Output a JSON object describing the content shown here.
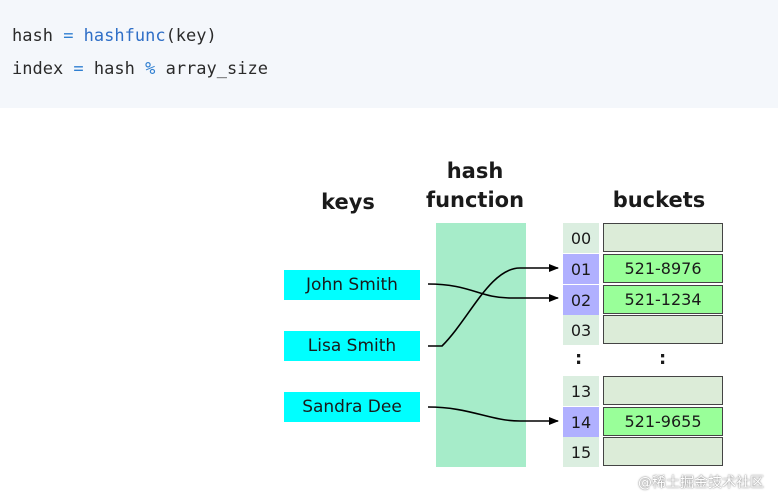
{
  "code": {
    "line1": {
      "var": "hash ",
      "op": "=",
      "fn": " hashfunc",
      "rest": "(key)"
    },
    "line2": {
      "var": "index ",
      "op1": "=",
      "mid": " hash ",
      "op2": "%",
      "rest": " array_size"
    }
  },
  "diagram": {
    "headers": {
      "keys": "keys",
      "hash_line1": "hash",
      "hash_line2": "function",
      "buckets": "buckets"
    },
    "keys": [
      "John Smith",
      "Lisa Smith",
      "Sandra Dee"
    ],
    "indices": [
      "00",
      "01",
      "02",
      "03",
      ":",
      "13",
      "14",
      "15"
    ],
    "buckets": [
      "",
      "521-8976",
      "521-1234",
      "",
      ":",
      "",
      "521-9655",
      ""
    ],
    "colors": {
      "key_fill": "#00ffff",
      "hash_fill": "#a6ecc9",
      "index_plain": "#dbeee0",
      "index_highlight": "#b0b0ff",
      "bucket_empty": "#dcecd8",
      "bucket_filled": "#99ff99"
    }
  },
  "watermark": "@稀土掘金技术社区"
}
